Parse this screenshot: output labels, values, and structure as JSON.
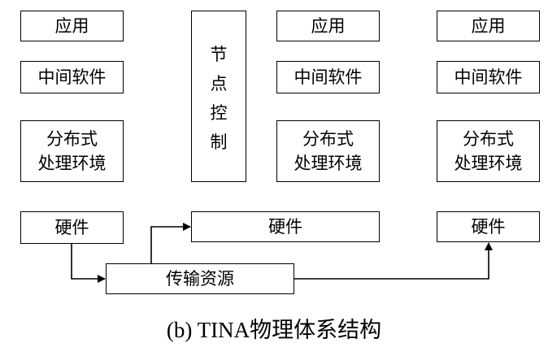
{
  "columns": [
    {
      "application": "应用",
      "middleware": "中间软件",
      "distributed_env": "分布式\n处理环境",
      "hardware": "硬件"
    },
    {
      "node_control": [
        "节",
        "点",
        "控",
        "制"
      ],
      "hardware": "硬件"
    },
    {
      "application": "应用",
      "middleware": "中间软件",
      "distributed_env": "分布式\n处理环境"
    },
    {
      "application": "应用",
      "middleware": "中间软件",
      "distributed_env": "分布式\n处理环境",
      "hardware": "硬件"
    }
  ],
  "transport": "传输资源",
  "caption": "(b) TINA物理体系结构"
}
